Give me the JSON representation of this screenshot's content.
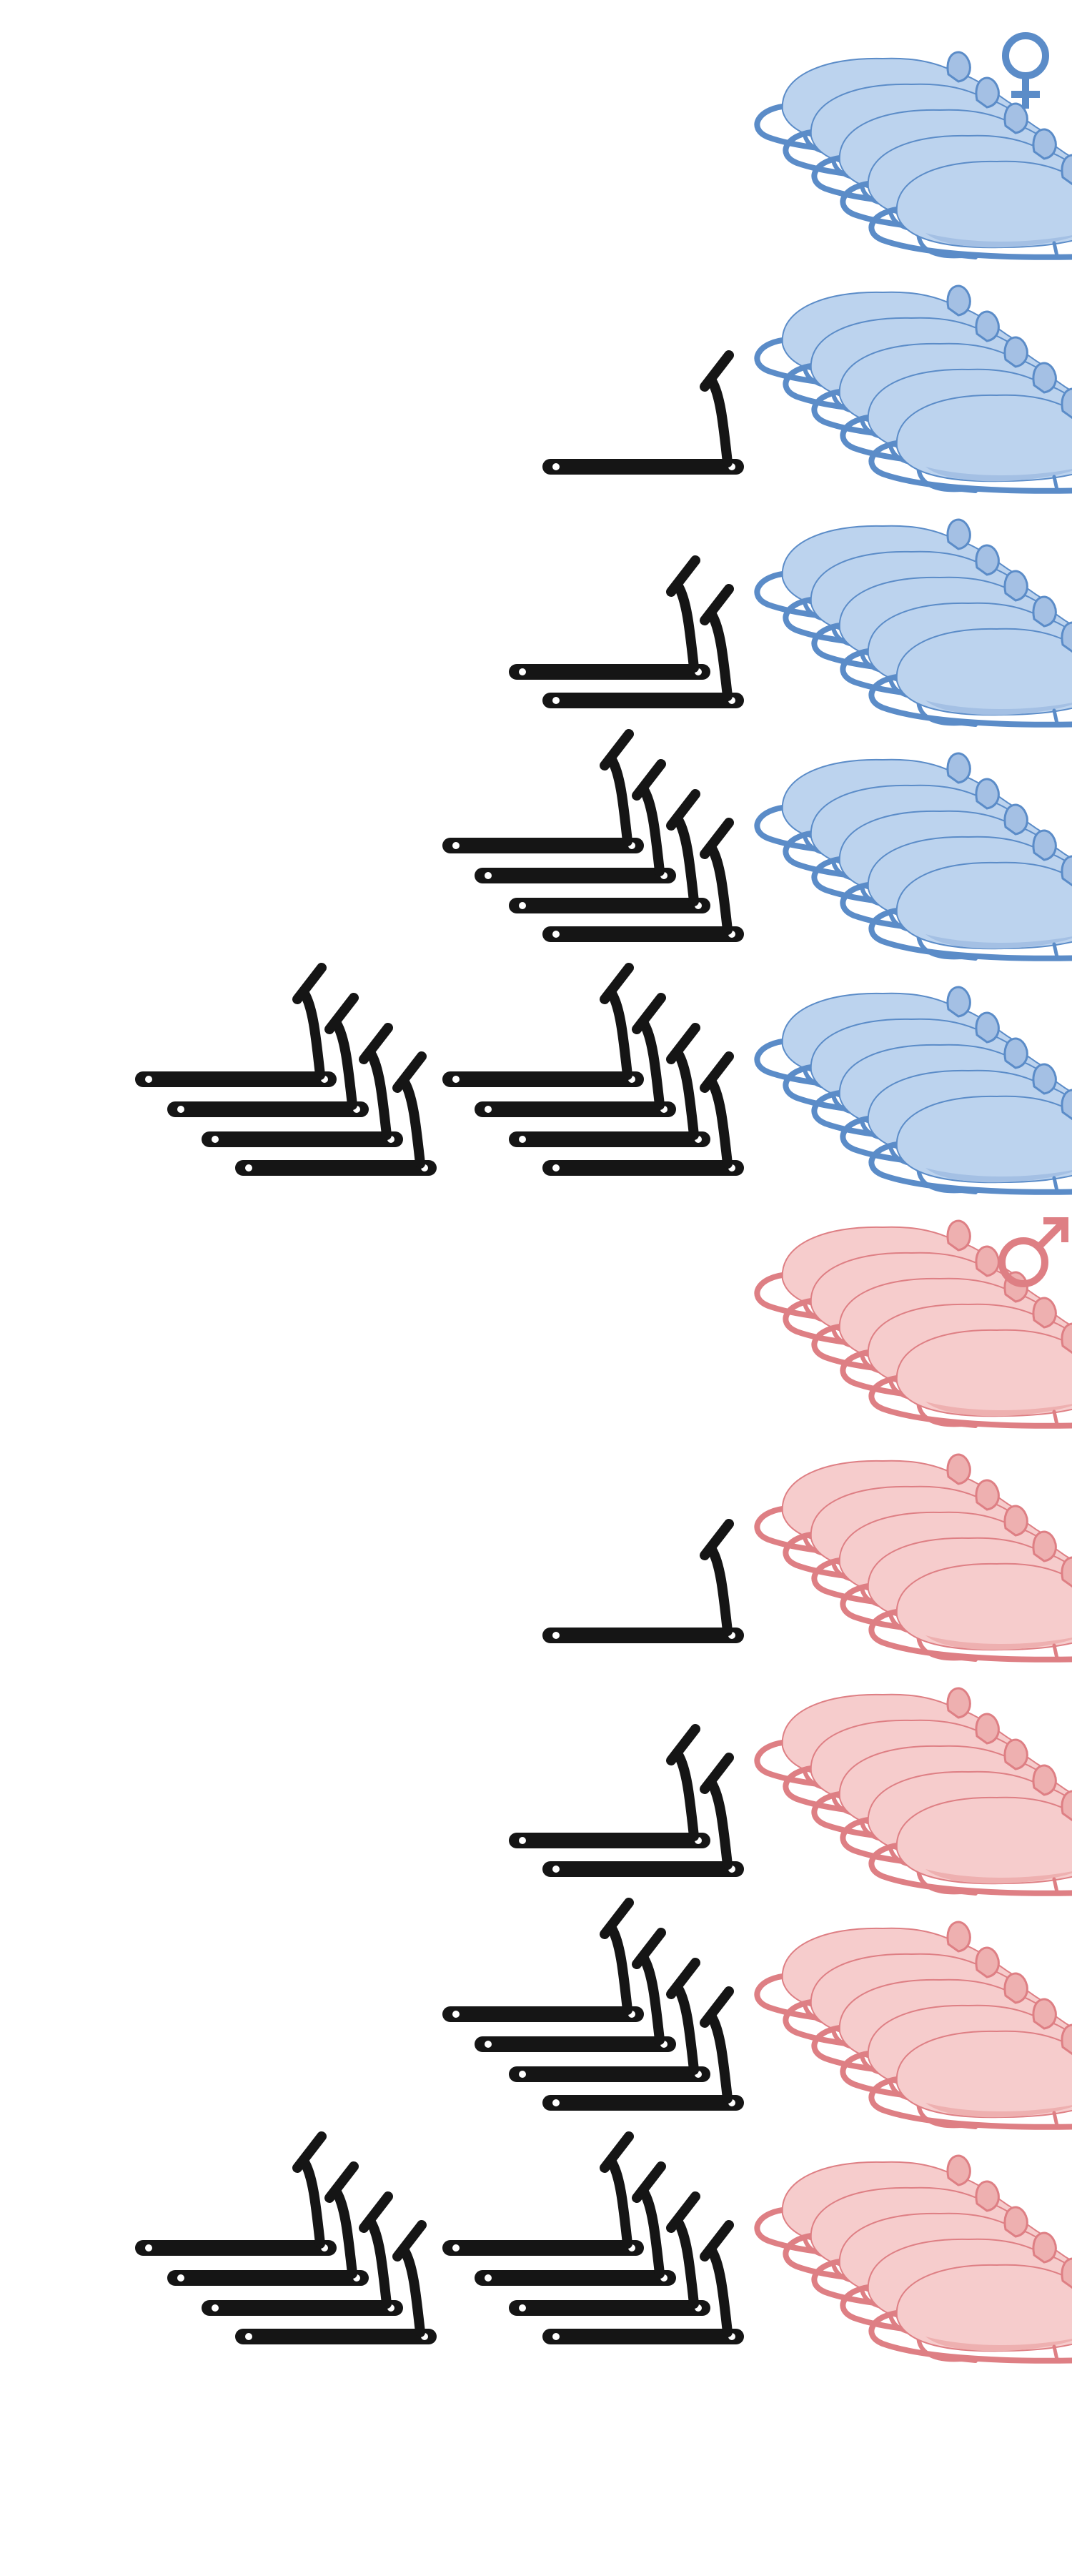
{
  "colors": {
    "female_body": "#bcd3ee",
    "female_shade": "#a4c0e4",
    "female_outline": "#5b8cc8",
    "male_body": "#f6cccc",
    "male_shade": "#eeb0b0",
    "male_outline": "#de7f84",
    "treadmill": "#151515",
    "background": "#ffffff"
  },
  "icons": {
    "female_symbol": "female-symbol-icon",
    "male_symbol": "male-symbol-icon",
    "mouse": "mouse-icon",
    "treadmill": "treadmill-icon"
  },
  "groups": [
    {
      "sex": "female",
      "mice_count": 5,
      "treadmill_count": 0
    },
    {
      "sex": "female",
      "mice_count": 5,
      "treadmill_count": 1
    },
    {
      "sex": "female",
      "mice_count": 5,
      "treadmill_count": 2
    },
    {
      "sex": "female",
      "mice_count": 5,
      "treadmill_count": 4
    },
    {
      "sex": "female",
      "mice_count": 5,
      "treadmill_count": 8
    },
    {
      "sex": "male",
      "mice_count": 5,
      "treadmill_count": 0
    },
    {
      "sex": "male",
      "mice_count": 5,
      "treadmill_count": 1
    },
    {
      "sex": "male",
      "mice_count": 5,
      "treadmill_count": 2
    },
    {
      "sex": "male",
      "mice_count": 5,
      "treadmill_count": 4
    },
    {
      "sex": "male",
      "mice_count": 5,
      "treadmill_count": 8
    }
  ]
}
